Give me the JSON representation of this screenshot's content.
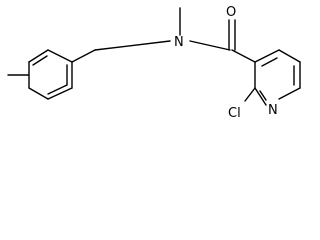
{
  "molecule": {
    "atoms": {
      "oxygen": "O",
      "nitrogen_amide": "N",
      "chlorine": "Cl",
      "nitrogen_ring": "N"
    }
  }
}
